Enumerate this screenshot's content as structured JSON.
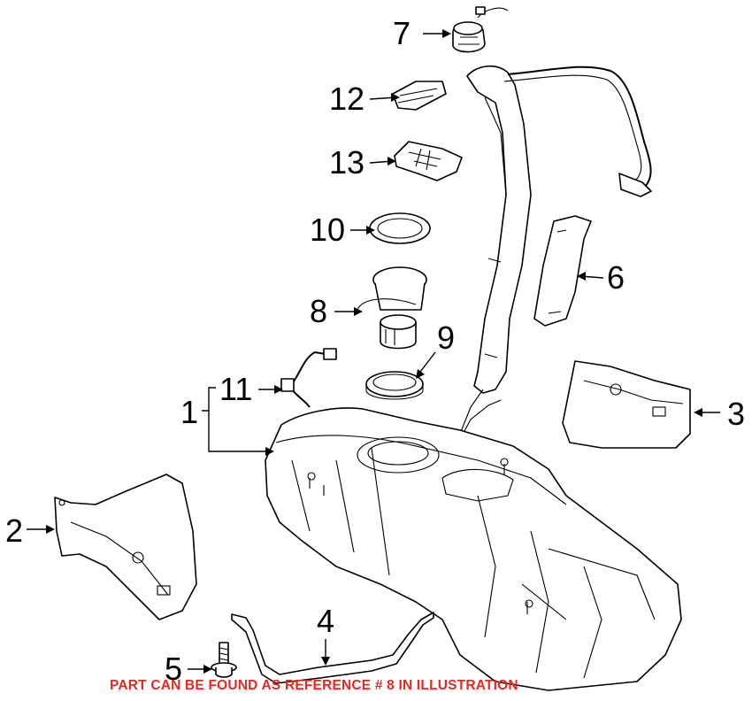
{
  "callouts": {
    "c1": "1",
    "c2": "2",
    "c3": "3",
    "c4": "4",
    "c5": "5",
    "c6": "6",
    "c7": "7",
    "c8": "8",
    "c9": "9",
    "c10": "10",
    "c11": "11",
    "c12": "12",
    "c13": "13"
  },
  "footer_note": "PART CAN BE FOUND AS REFERENCE # 8 IN ILLUSTRATION",
  "colors": {
    "footer_text": "#e8281e",
    "line": "#000000",
    "background": "#ffffff"
  }
}
